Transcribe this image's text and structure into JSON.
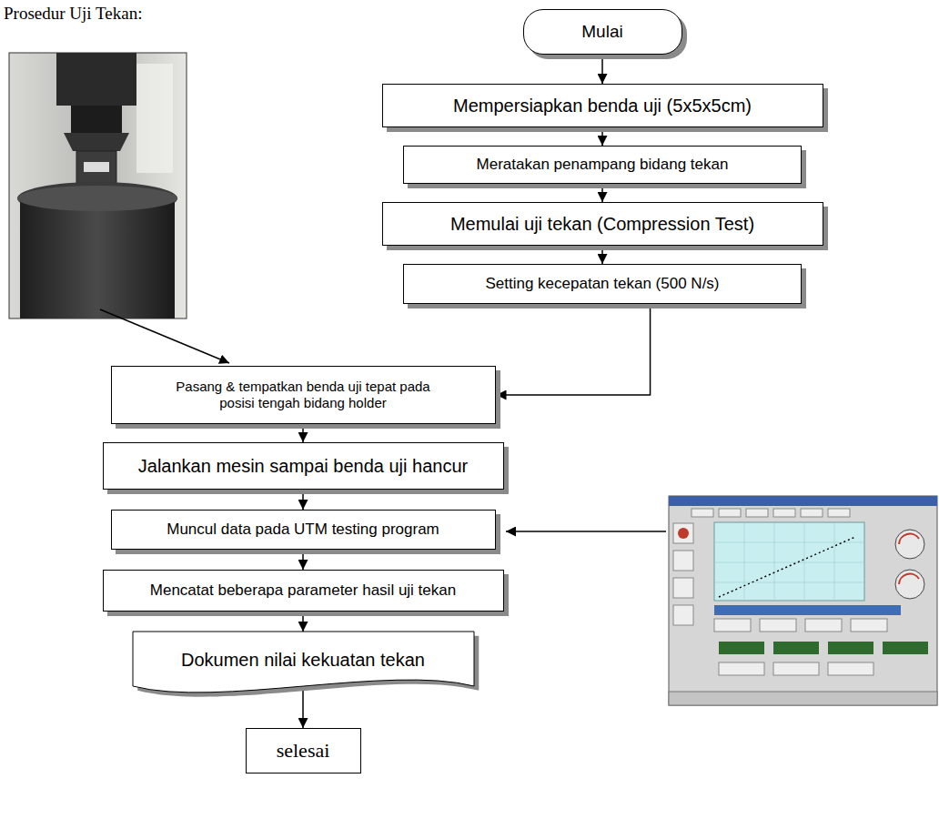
{
  "diagram": {
    "title": "Prosedur Uji Tekan:",
    "nodes": [
      {
        "text": [
          "Mulai"
        ]
      },
      {
        "text": [
          "Mempersiapkan benda uji (5x5x5cm)"
        ]
      },
      {
        "text": [
          "Meratakan penampang bidang tekan"
        ]
      },
      {
        "text": [
          "Memulai uji tekan (Compression Test)"
        ]
      },
      {
        "text": [
          "Setting kecepatan tekan (500 N/s)"
        ]
      },
      {
        "text": [
          "Pasang & tempatkan benda uji tepat pada posisi tengah bidang holder"
        ]
      },
      {
        "text": [
          "Jalankan mesin sampai benda uji hancur"
        ]
      },
      {
        "text": [
          "Muncul data pada UTM testing program"
        ]
      },
      {
        "text": [
          "Mencatat beberapa parameter hasil uji tekan"
        ]
      },
      {
        "text": [
          "Dokumen nilai kekuatan tekan"
        ]
      },
      {
        "text": [
          "selesai"
        ]
      }
    ],
    "edges": [
      {
        "from": 0,
        "to": 1,
        "arrow": "to"
      },
      {
        "from": 1,
        "to": 2,
        "arrow": "to"
      },
      {
        "from": 2,
        "to": 3,
        "arrow": "to"
      },
      {
        "from": 3,
        "to": 4,
        "arrow": "to"
      },
      {
        "from": 4,
        "to": 5,
        "arrow": "to"
      },
      {
        "from": 5,
        "to": 6,
        "arrow": "to"
      },
      {
        "from": 6,
        "to": 7,
        "arrow": "to"
      },
      {
        "from": 7,
        "to": 8,
        "arrow": "to"
      },
      {
        "from": 8,
        "to": 9,
        "arrow": "to"
      },
      {
        "from": 9,
        "to": 10,
        "arrow": "to"
      }
    ]
  }
}
